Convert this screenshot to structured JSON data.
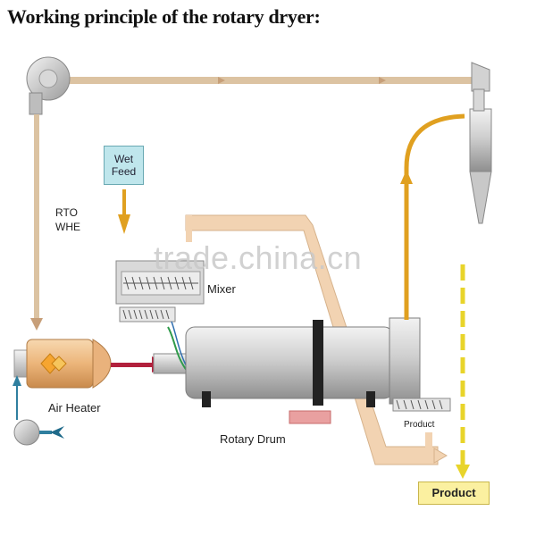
{
  "title": "Working principle of the rotary dryer:",
  "labels": {
    "rto_whe_line1": "RTO",
    "rto_whe_line2": "WHE",
    "wet_feed_line1": "Wet",
    "wet_feed_line2": "Feed",
    "mixer": "Mixer",
    "air_heater": "Air Heater",
    "rotary_drum": "Rotary Drum",
    "product_small": "Product",
    "product_box": "Product"
  },
  "watermark": "trade.china.cn",
  "colors": {
    "duct": "#dcc3a2",
    "hot_air_arrow": "#b2203c",
    "gas_up": "#e0a020",
    "product_flow": "#e8d42a",
    "fan_blue": "#2f7f9f",
    "drum": "#c7c7c7",
    "flame": "#f2b35a"
  }
}
